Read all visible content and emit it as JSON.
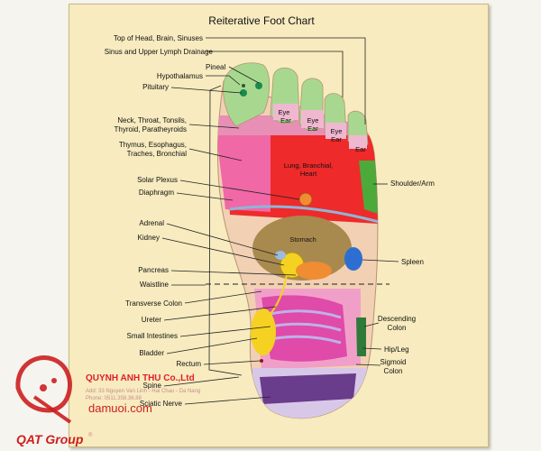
{
  "chart": {
    "title": "Reiterative Foot Chart",
    "left_labels": {
      "head": "Top of Head, Brain, Sinuses",
      "sinus": "Sinus and Upper Lymph Drainage",
      "pineal": "Pineal",
      "hypothalamus": "Hypothalamus",
      "pituitary": "Pituitary",
      "neck_1": "Neck, Throat, Tonsils,",
      "neck_2": "Thyroid, Paratheyroids",
      "thymus_1": "Thymus, Esophagus,",
      "thymus_2": "Traches, Bronchial",
      "solar": "Solar Plexus",
      "diaphragm": "Diaphragm",
      "adrenal": "Adrenal",
      "kidney": "Kidney",
      "pancreas": "Pancreas",
      "waistline": "Waistline",
      "transverse": "Transverse Colon",
      "ureter": "Ureter",
      "small_int": "Small Intestines",
      "bladder": "Bladder",
      "rectum": "Rectum",
      "spine": "Spine",
      "sciatic": "Sciatic Nerve"
    },
    "right_labels": {
      "shoulder": "Shoulder/Arm",
      "spleen": "Spleen",
      "desc_1": "Descending",
      "desc_2": "Colon",
      "hip": "Hip/Leg",
      "sig_1": "Sigmoid",
      "sig_2": "Colon"
    },
    "zone_labels": {
      "eye_1a": "Eye",
      "eye_1b": "Ear",
      "eye_2a": "Eye",
      "eye_2b": "Ear",
      "eye_3a": "Eye",
      "eye_3b": "Ear",
      "ear": "Ear",
      "lung_1": "Lung, Branchial,",
      "lung_2": "Heart",
      "stomach": "Stomach"
    }
  },
  "brand": {
    "company": "QUYNH ANH THU Co.,Ltd",
    "address": "Add: 33 Nguyen Van Linh - Hai Chau - Da Nang",
    "phone": "Phone: 0511.358.36.88",
    "website": "damuoi.com",
    "group": "QAT Group",
    "mark": "®"
  },
  "colors": {
    "background": "#f7ebbf",
    "foot_skin": "#f2d0b4",
    "toes": "#a8d890",
    "neck_band": "#e88fb6",
    "lung": "#ee2a2a",
    "shoulder": "#4caa3a",
    "stomach": "#a98a4e",
    "spleen": "#2d6fd0",
    "bladder": "#f5d222",
    "sciatic": "#6a3c8c",
    "brand_red": "#cc1f1f"
  }
}
